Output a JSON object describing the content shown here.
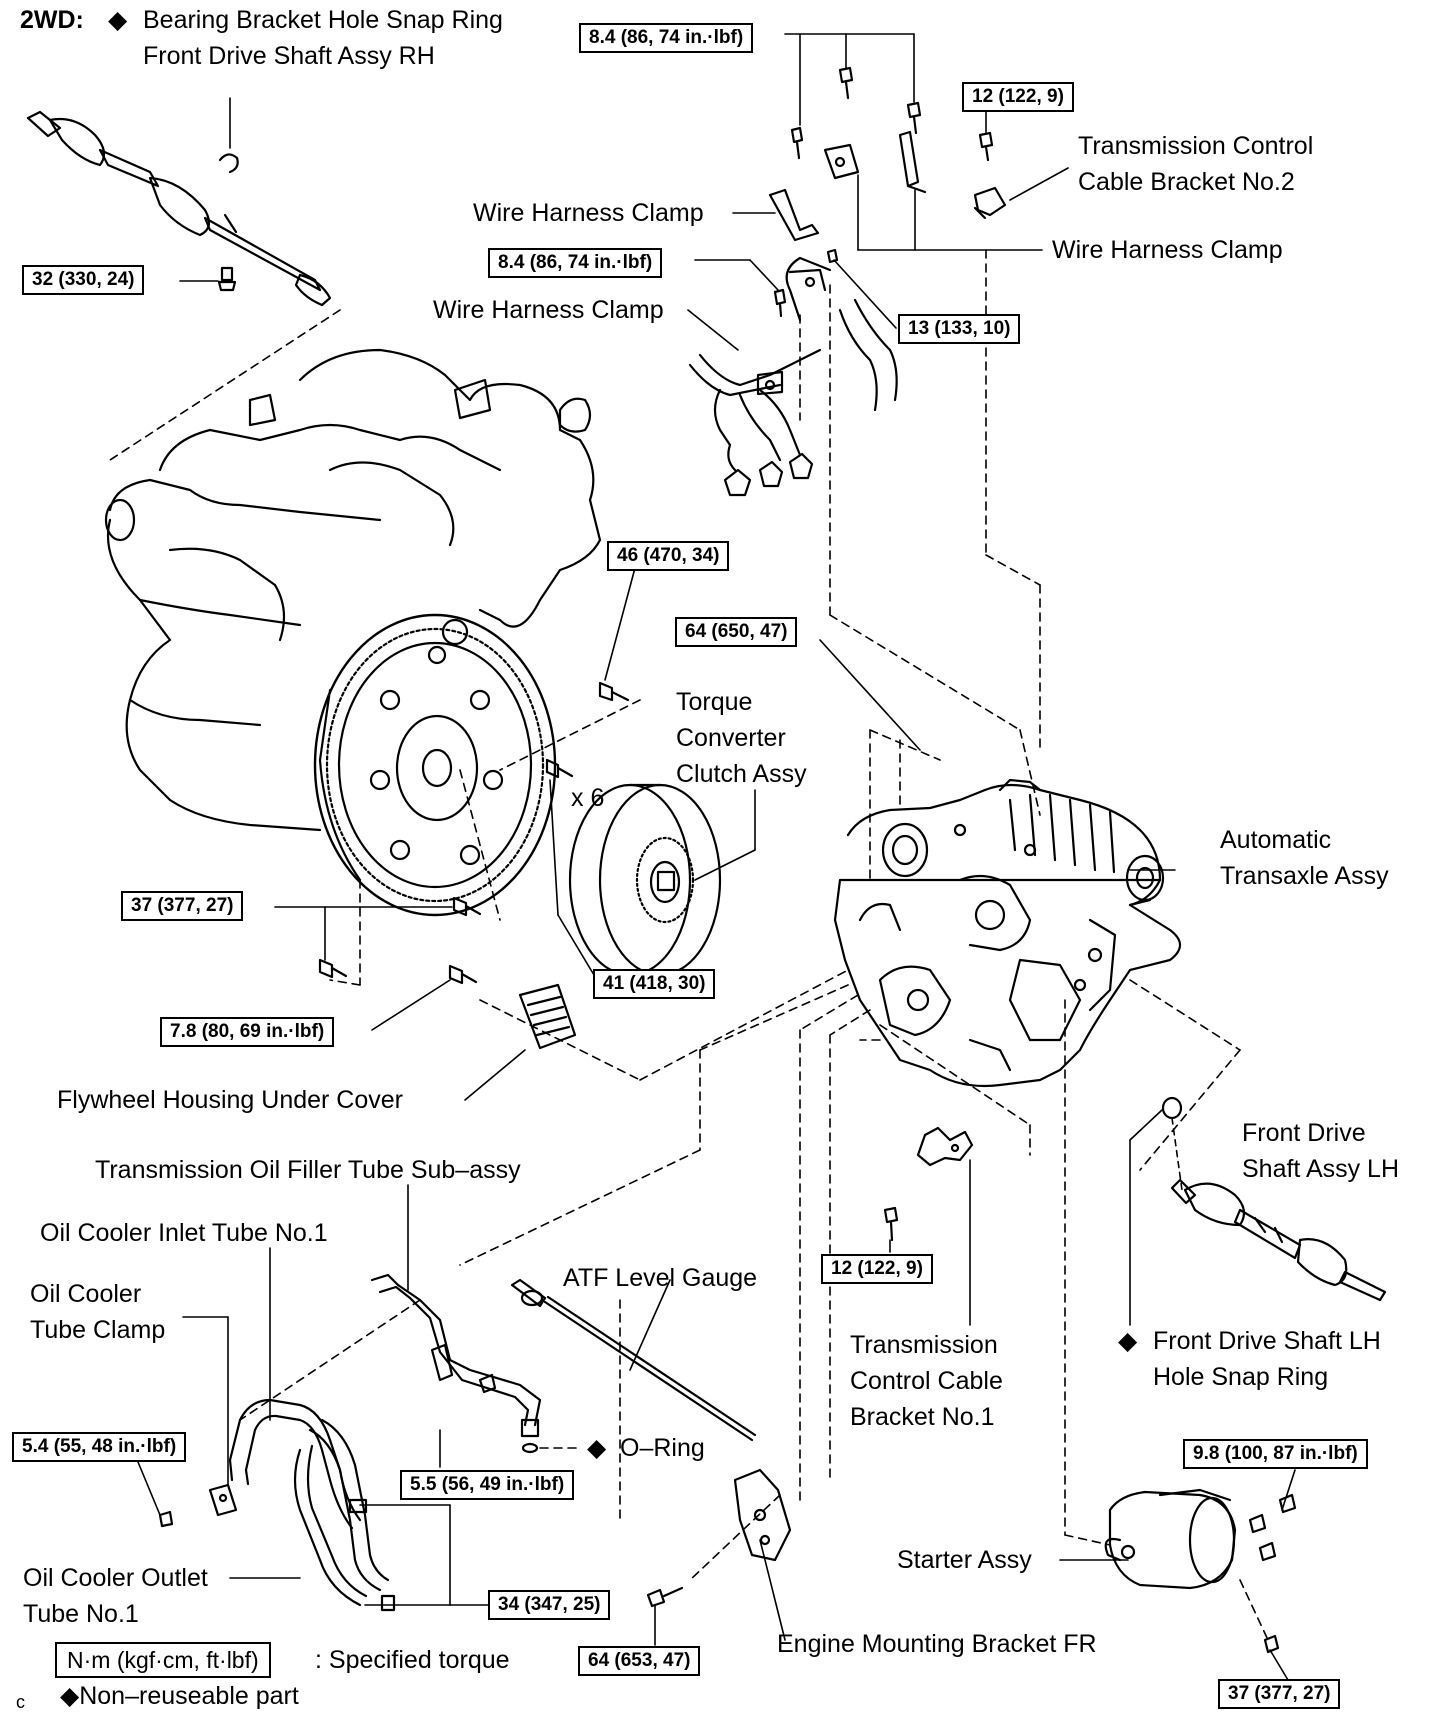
{
  "header": {
    "prefix": "2WD:",
    "bullet": "◆",
    "line1": "Bearing Bracket Hole Snap Ring",
    "line2": "Front Drive Shaft Assy RH"
  },
  "labels": {
    "tc_bracket2_l1": "Transmission Control",
    "tc_bracket2_l2": "Cable Bracket No.2",
    "whc_1": "Wire Harness Clamp",
    "whc_2": "Wire Harness Clamp",
    "whc_3": "Wire Harness Clamp",
    "tcc_l1": "Torque",
    "tcc_l2": "Converter",
    "tcc_l3": "Clutch Assy",
    "x6": "x 6",
    "ata_l1": "Automatic",
    "ata_l2": "Transaxle Assy",
    "flywheel_cover": "Flywheel Housing Under Cover",
    "filler_tube": "Transmission Oil Filler Tube Sub–assy",
    "inlet_tube": "Oil Cooler Inlet Tube No.1",
    "tube_clamp_l1": "Oil Cooler",
    "tube_clamp_l2": "Tube Clamp",
    "atf_gauge": "ATF Level Gauge",
    "fds_lh_l1": "Front Drive",
    "fds_lh_l2": "Shaft Assy LH",
    "tc_bracket1_l1": "Transmission",
    "tc_bracket1_l2": "Control Cable",
    "tc_bracket1_l3": "Bracket No.1",
    "snap_lh_l1": "Front Drive Shaft LH",
    "snap_lh_l2": "Hole Snap Ring",
    "oring": "O–Ring",
    "starter": "Starter Assy",
    "outlet_l1": "Oil Cooler Outlet",
    "outlet_l2": "Tube No.1",
    "eng_bracket": "Engine Mounting Bracket FR",
    "diamond": "◆"
  },
  "torques": {
    "t_8_4_top": "8.4 (86, 74 in.·lbf)",
    "t_12_top": "12 (122, 9)",
    "t_8_4_mid": "8.4 (86, 74 in.·lbf)",
    "t_32": "32 (330, 24)",
    "t_13": "13 (133, 10)",
    "t_46": "46 (470, 34)",
    "t_64_650": "64 (650, 47)",
    "t_37_left": "37 (377, 27)",
    "t_41": "41 (418, 30)",
    "t_7_8": "7.8 (80, 69 in.·lbf)",
    "t_12_bottom": "12 (122, 9)",
    "t_5_4": "5.4 (55, 48 in.·lbf)",
    "t_5_5": "5.5 (56, 49 in.·lbf)",
    "t_9_8": "9.8 (100, 87 in.·lbf)",
    "t_34": "34 (347, 25)",
    "t_64_653": "64 (653, 47)",
    "t_37_right": "37 (377, 27)"
  },
  "legend": {
    "unit_box": "N·m (kgf·cm, ft·lbf)",
    "unit_text": ": Specified torque",
    "nonreuse": "◆Non–reuseable part",
    "corner": "c"
  }
}
